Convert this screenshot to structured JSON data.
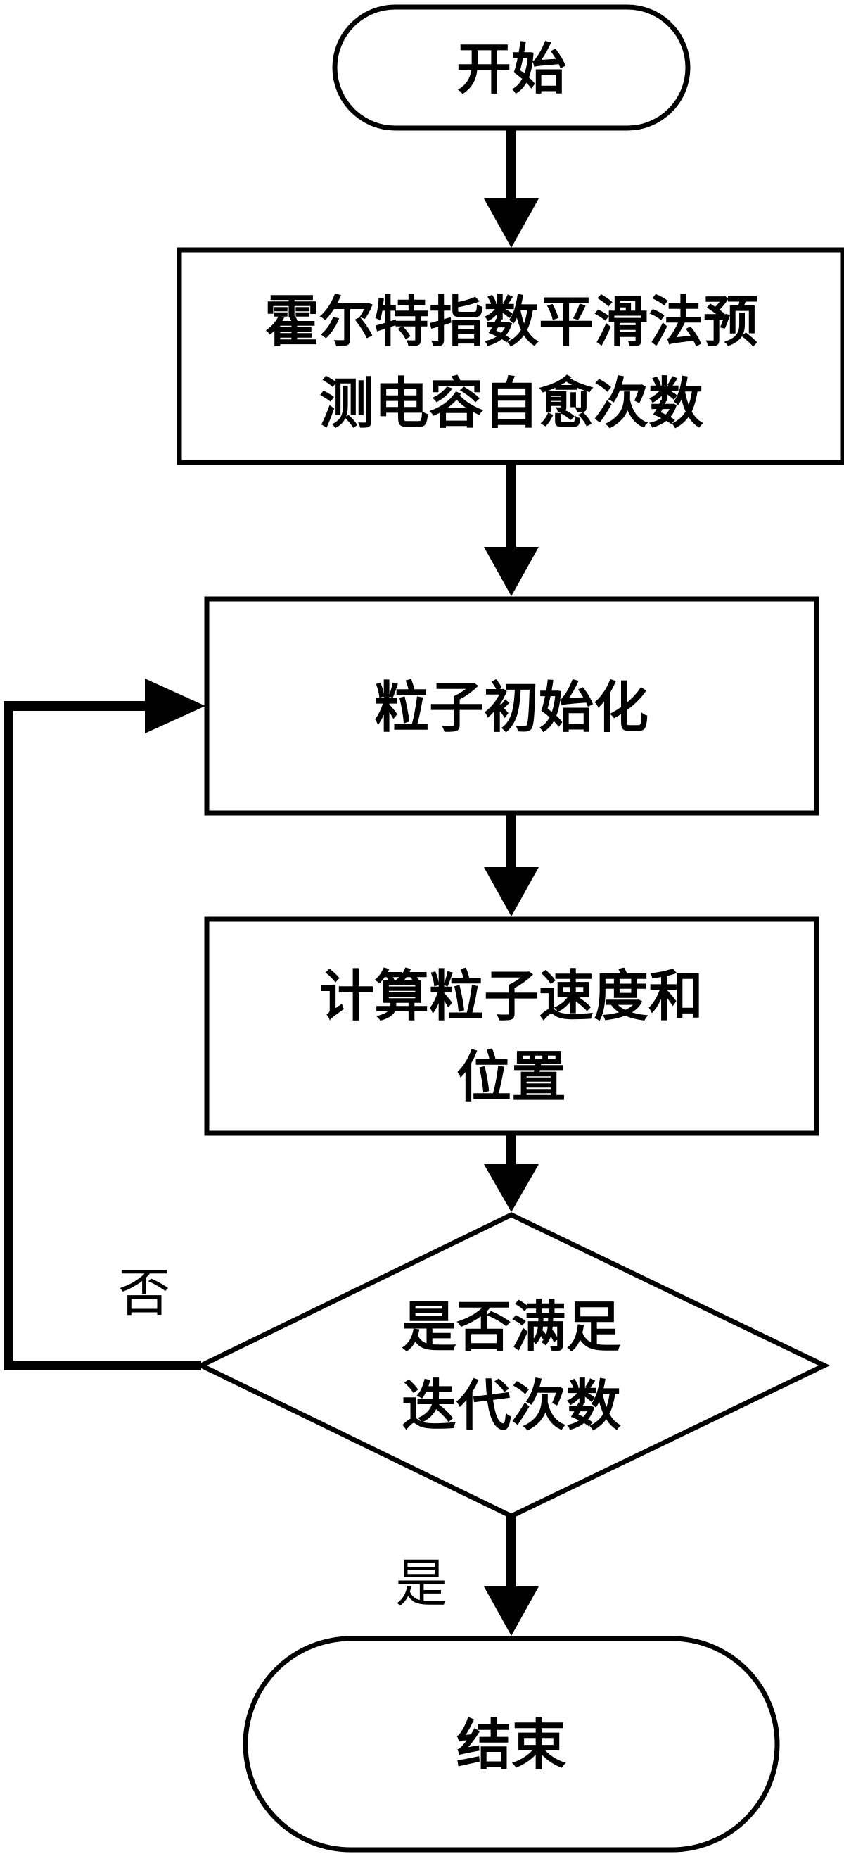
{
  "diagram": {
    "start": {
      "label": "开始"
    },
    "step_forecast": {
      "line1": "霍尔特指数平滑法预",
      "line2": "测电容自愈次数"
    },
    "step_init": {
      "label": "粒子初始化"
    },
    "step_update": {
      "line1": "计算粒子速度和",
      "line2": "位置"
    },
    "decision": {
      "line1": "是否满足",
      "line2": "迭代次数"
    },
    "end": {
      "label": "结束"
    },
    "edge_labels": {
      "no": "否",
      "yes": "是"
    }
  }
}
